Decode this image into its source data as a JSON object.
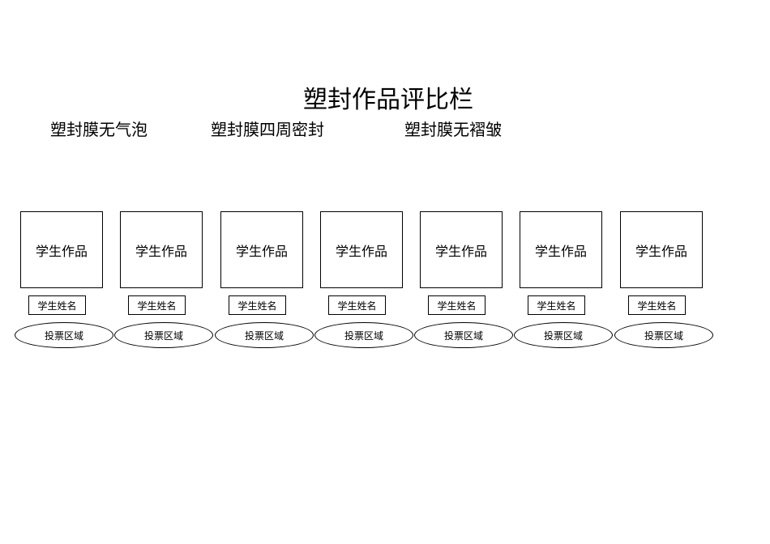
{
  "title": "塑封作品评比栏",
  "criteria": [
    "塑封膜无气泡",
    "塑封膜四周密封",
    "塑封膜无褶皱"
  ],
  "entries": [
    {
      "work_label": "学生作品",
      "name_label": "学生姓名",
      "vote_label": "投票区域"
    },
    {
      "work_label": "学生作品",
      "name_label": "学生姓名",
      "vote_label": "投票区域"
    },
    {
      "work_label": "学生作品",
      "name_label": "学生姓名",
      "vote_label": "投票区域"
    },
    {
      "work_label": "学生作品",
      "name_label": "学生姓名",
      "vote_label": "投票区域"
    },
    {
      "work_label": "学生作品",
      "name_label": "学生姓名",
      "vote_label": "投票区域"
    },
    {
      "work_label": "学生作品",
      "name_label": "学生姓名",
      "vote_label": "投票区域"
    },
    {
      "work_label": "学生作品",
      "name_label": "学生姓名",
      "vote_label": "投票区域"
    }
  ]
}
